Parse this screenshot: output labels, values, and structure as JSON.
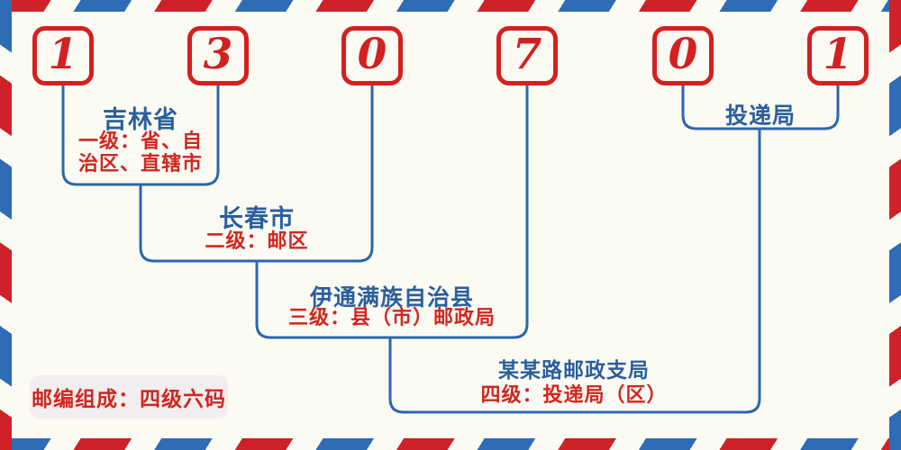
{
  "postal_code": {
    "digits": [
      "1",
      "3",
      "0",
      "7",
      "0",
      "1"
    ]
  },
  "levels": [
    {
      "place": "吉林省",
      "desc_lines": [
        "一级：省、自",
        "治区、直辖市"
      ]
    },
    {
      "place": "长春市",
      "desc_lines": [
        "二级：邮区"
      ]
    },
    {
      "place": "伊通满族自治县",
      "desc_lines": [
        "三级：县（市）邮政局"
      ]
    },
    {
      "place": "某某路邮政支局",
      "desc_lines": [
        "四级：投递局（区）"
      ]
    },
    {
      "place": "投递局",
      "desc_lines": []
    }
  ],
  "badge": {
    "label": "邮编组成：四级六码"
  },
  "colors": {
    "digit_red": "#d32020",
    "text_red": "#d0261f",
    "text_blue": "#2a5f9e",
    "line_blue": "#2c67ab",
    "stripe_red": "#cf2128",
    "stripe_blue": "#2e6cb5",
    "background": "#fbfbf4",
    "badge_background": "#f2eef0"
  }
}
